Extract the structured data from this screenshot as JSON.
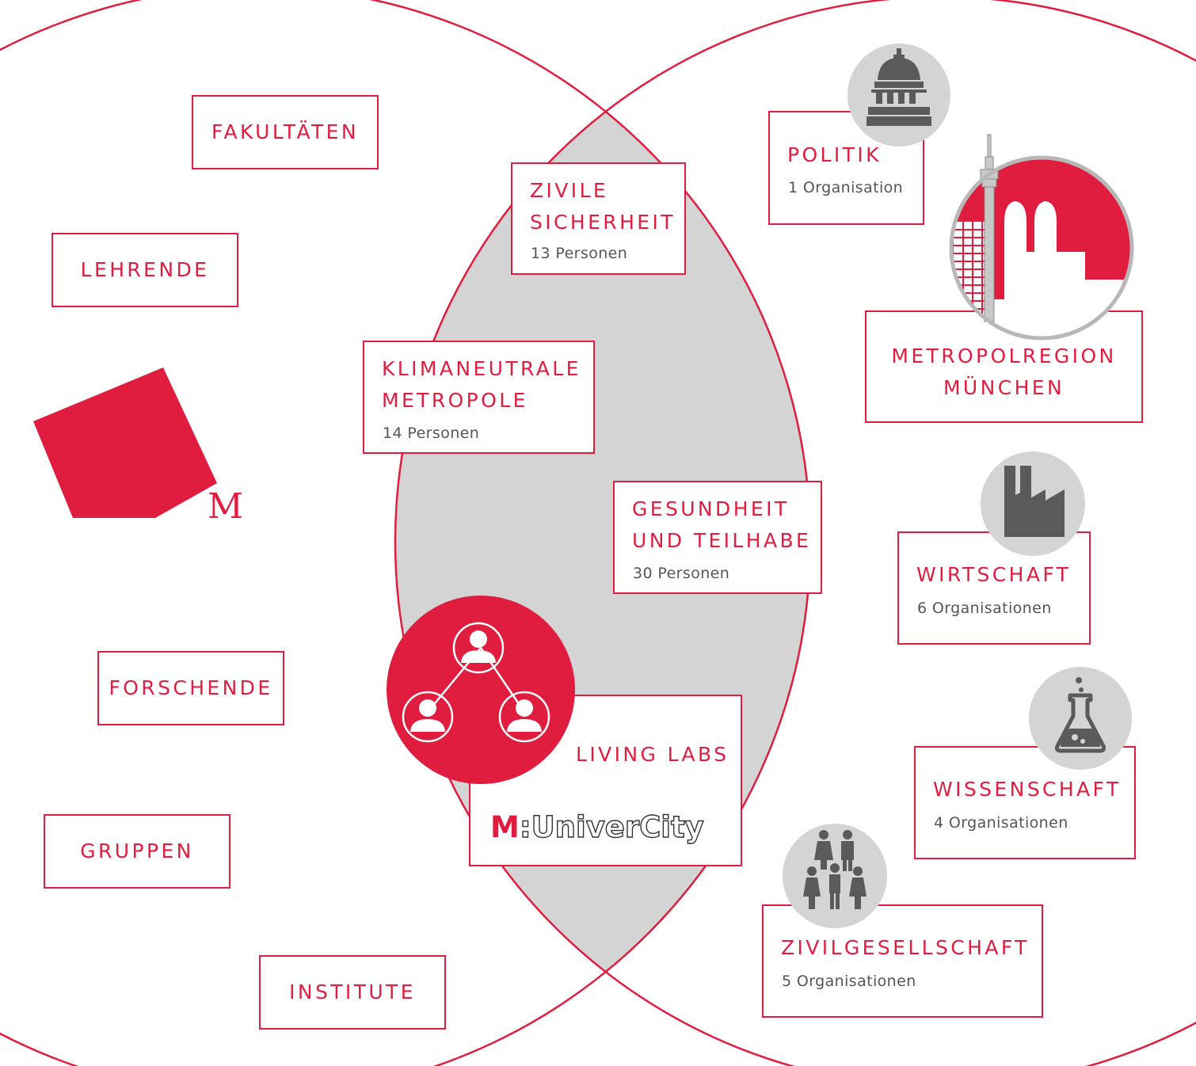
{
  "colors": {
    "accent": "#e11d3f",
    "lens": "#d4d4d4",
    "icon": "#5a5a5a",
    "text_gray": "#555555"
  },
  "left": {
    "logo_letter": "M",
    "items": [
      {
        "label": "FAKULTÄTEN"
      },
      {
        "label": "LEHRENDE"
      },
      {
        "label": "FORSCHENDE"
      },
      {
        "label": "GRUPPEN"
      },
      {
        "label": "INSTITUTE"
      }
    ]
  },
  "center": {
    "topics": [
      {
        "line1": "ZIVILE",
        "line2": "SICHERHEIT",
        "count": "13 Personen"
      },
      {
        "line1": "KLIMANEUTRALE",
        "line2": "METROPOLE",
        "count": "14 Personen"
      },
      {
        "line1": "GESUNDHEIT",
        "line2": "UND TEILHABE",
        "count": "30 Personen"
      }
    ],
    "living_labs": {
      "label": "LIVING LABS",
      "brand_m": "M",
      "brand_rest": ":UniverCity"
    }
  },
  "right": {
    "region": {
      "line1": "METROPOLREGION",
      "line2": "MÜNCHEN"
    },
    "sectors": [
      {
        "label": "POLITIK",
        "count": "1 Organisation",
        "icon": "parliament-icon"
      },
      {
        "label": "WIRTSCHAFT",
        "count": "6 Organisationen",
        "icon": "factory-icon"
      },
      {
        "label": "WISSENSCHAFT",
        "count": "4 Organisationen",
        "icon": "flask-icon"
      },
      {
        "label": "ZIVILGESELLSCHAFT",
        "count": "5 Organisationen",
        "icon": "people-icon"
      }
    ]
  }
}
